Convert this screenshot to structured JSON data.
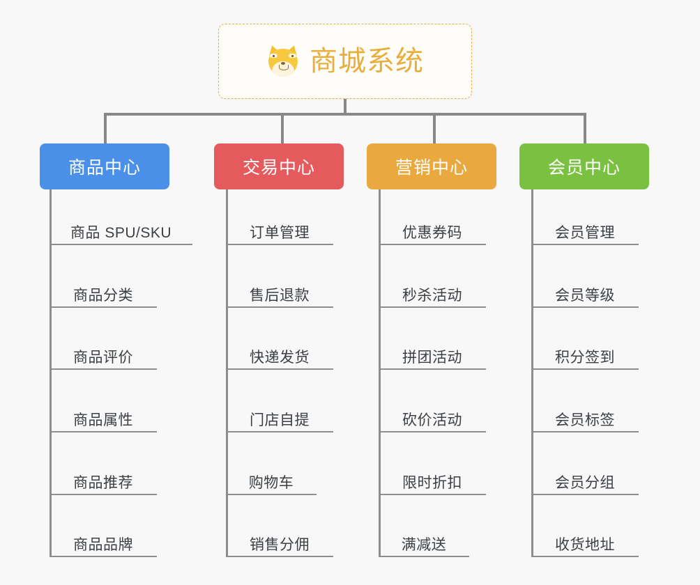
{
  "page": {
    "background_color": "#f7f8f7",
    "connector_color": "#888888",
    "leaf_line_color": "#8d8d8d",
    "leaf_text_color": "#3b3f44"
  },
  "root": {
    "title": "商城系统",
    "icon": "shiba-inu-dog-face",
    "text_color": "#e8ae3e",
    "border_color": "#e9ad4a",
    "background_color": "#fffdf9"
  },
  "categories": [
    {
      "label": "商品中心",
      "color": "#4a90e8",
      "items": [
        "商品 SPU/SKU",
        "商品分类",
        "商品评价",
        "商品属性",
        "商品推荐",
        "商品品牌"
      ]
    },
    {
      "label": "交易中心",
      "color": "#e55b5d",
      "items": [
        "订单管理",
        "售后退款",
        "快递发货",
        "门店自提",
        "购物车",
        "销售分佣"
      ]
    },
    {
      "label": "营销中心",
      "color": "#eaa93f",
      "items": [
        "优惠券码",
        "秒杀活动",
        "拼团活动",
        "砍价活动",
        "限时折扣",
        "满减送"
      ]
    },
    {
      "label": "会员中心",
      "color": "#7ac142",
      "items": [
        "会员管理",
        "会员等级",
        "积分签到",
        "会员标签",
        "会员分组",
        "收货地址"
      ]
    }
  ]
}
